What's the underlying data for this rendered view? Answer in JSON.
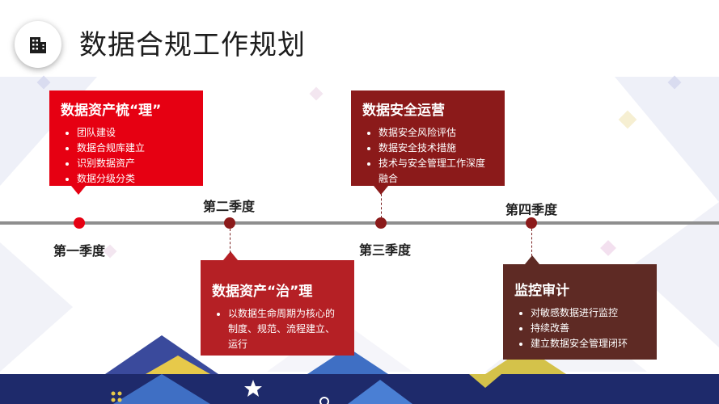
{
  "header": {
    "title": "数据合规工作规划",
    "icon": "building-icon"
  },
  "quarters": {
    "q1": "第一季度",
    "q2": "第二季度",
    "q3": "第三季度",
    "q4": "第四季度"
  },
  "cards": {
    "q1": {
      "title": "数据资产梳“理”",
      "color": "#e60012",
      "items": [
        "团队建设",
        "数据合规库建立",
        "识别数据资产",
        "数据分级分类"
      ]
    },
    "q2": {
      "title": "数据资产“治”理",
      "color": "#b52025",
      "items": [
        "以数据生命周期为核心的制度、规范、流程建立、运行"
      ]
    },
    "q3": {
      "title": "数据安全运营",
      "color": "#8b1a1a",
      "items": [
        "数据安全风险评估",
        "数据安全技术措施",
        "技术与安全管理工作深度融合"
      ]
    },
    "q4": {
      "title": "监控审计",
      "color": "#5e2a24",
      "items": [
        "对敏感数据进行监控",
        "持续改善",
        "建立数据安全管理闭环"
      ]
    }
  },
  "colors": {
    "timeline": "#8e8e8e",
    "accent_red": "#e60012",
    "dot_dark": "#8b1a1a",
    "band": "#1e2a6b"
  }
}
